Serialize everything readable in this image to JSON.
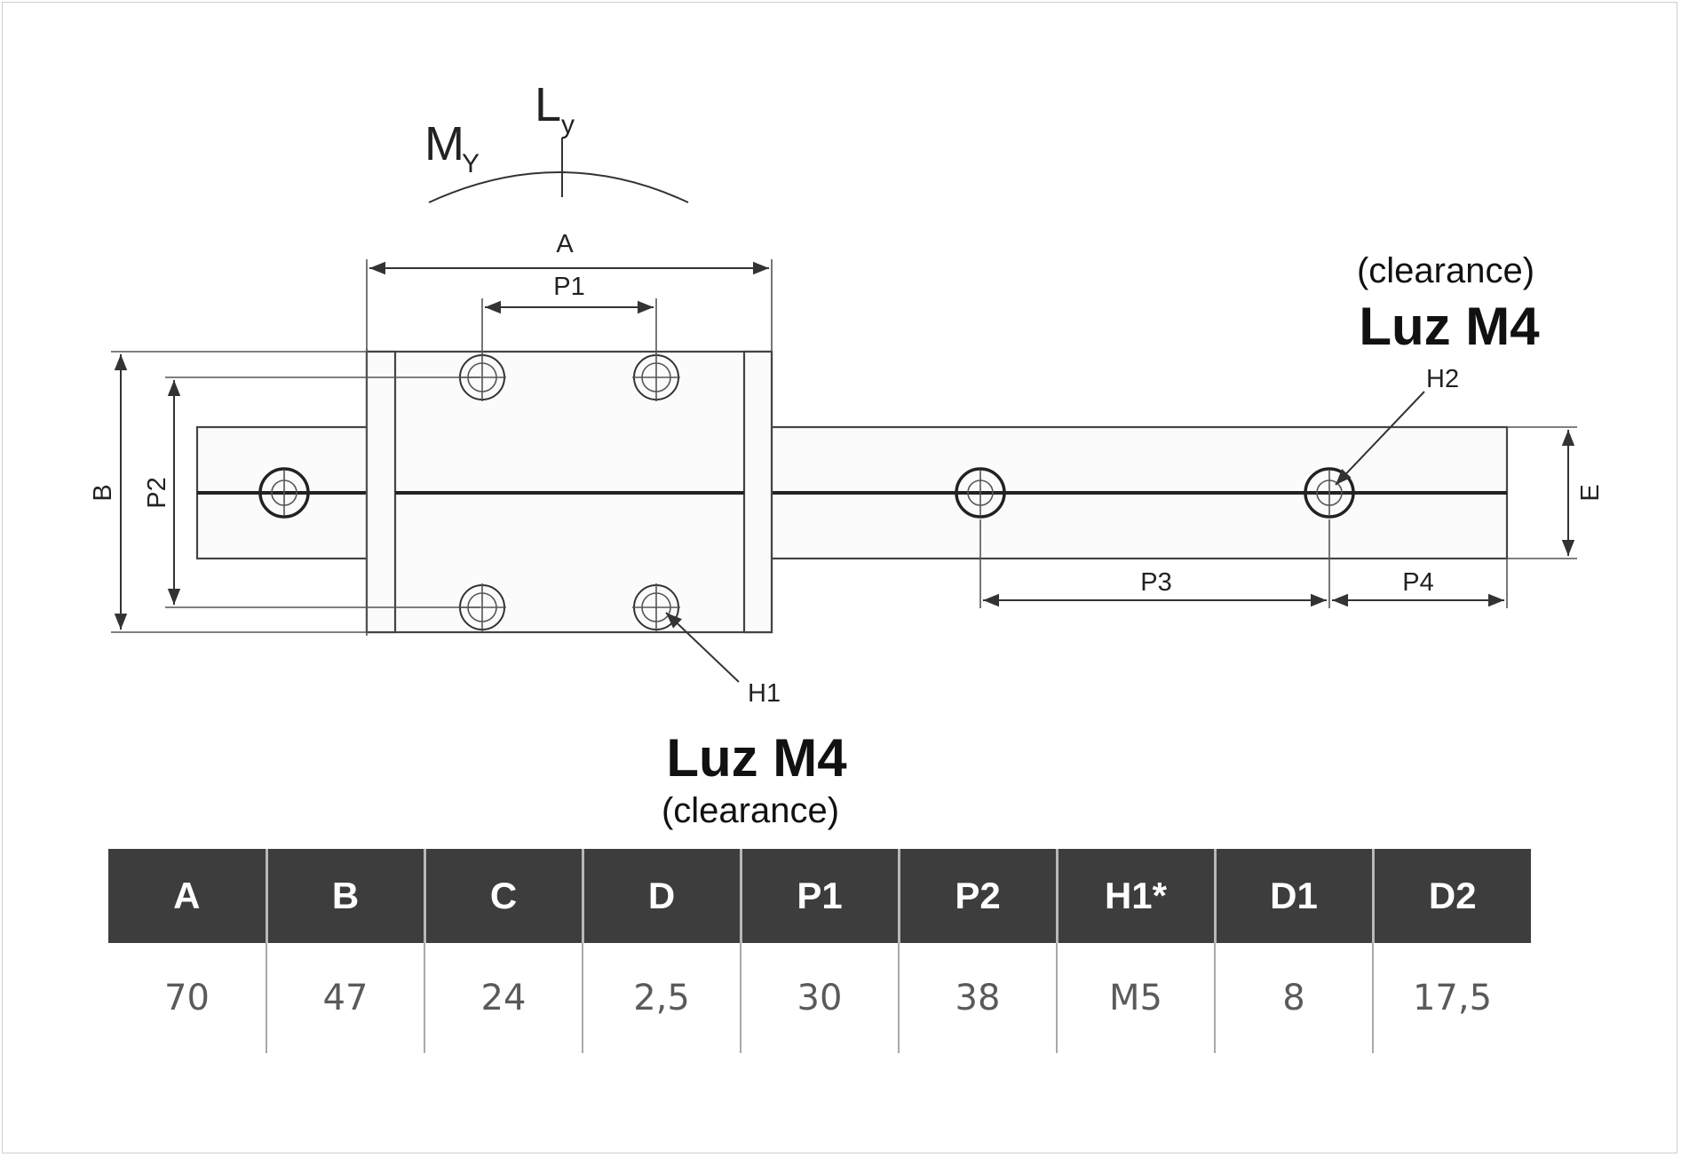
{
  "drawing": {
    "moment_symbol": "M",
    "moment_subscript": "Y",
    "load_symbol": "L",
    "load_subscript": "y",
    "dimension_labels": {
      "A": "A",
      "B": "B",
      "P1": "P1",
      "P2": "P2",
      "P3": "P3",
      "P4": "P4",
      "E": "E",
      "H1": "H1",
      "H2": "H2"
    },
    "callout_top": {
      "main": "Luz M4",
      "note": "(clearance)"
    },
    "callout_bottom": {
      "main": "Luz M4",
      "note": "(clearance)"
    }
  },
  "table": {
    "headers": [
      "A",
      "B",
      "C",
      "D",
      "P1",
      "P2",
      "H1*",
      "D1",
      "D2"
    ],
    "values": [
      "70",
      "47",
      "24",
      "2,5",
      "30",
      "38",
      "M5",
      "8",
      "17,5"
    ]
  }
}
